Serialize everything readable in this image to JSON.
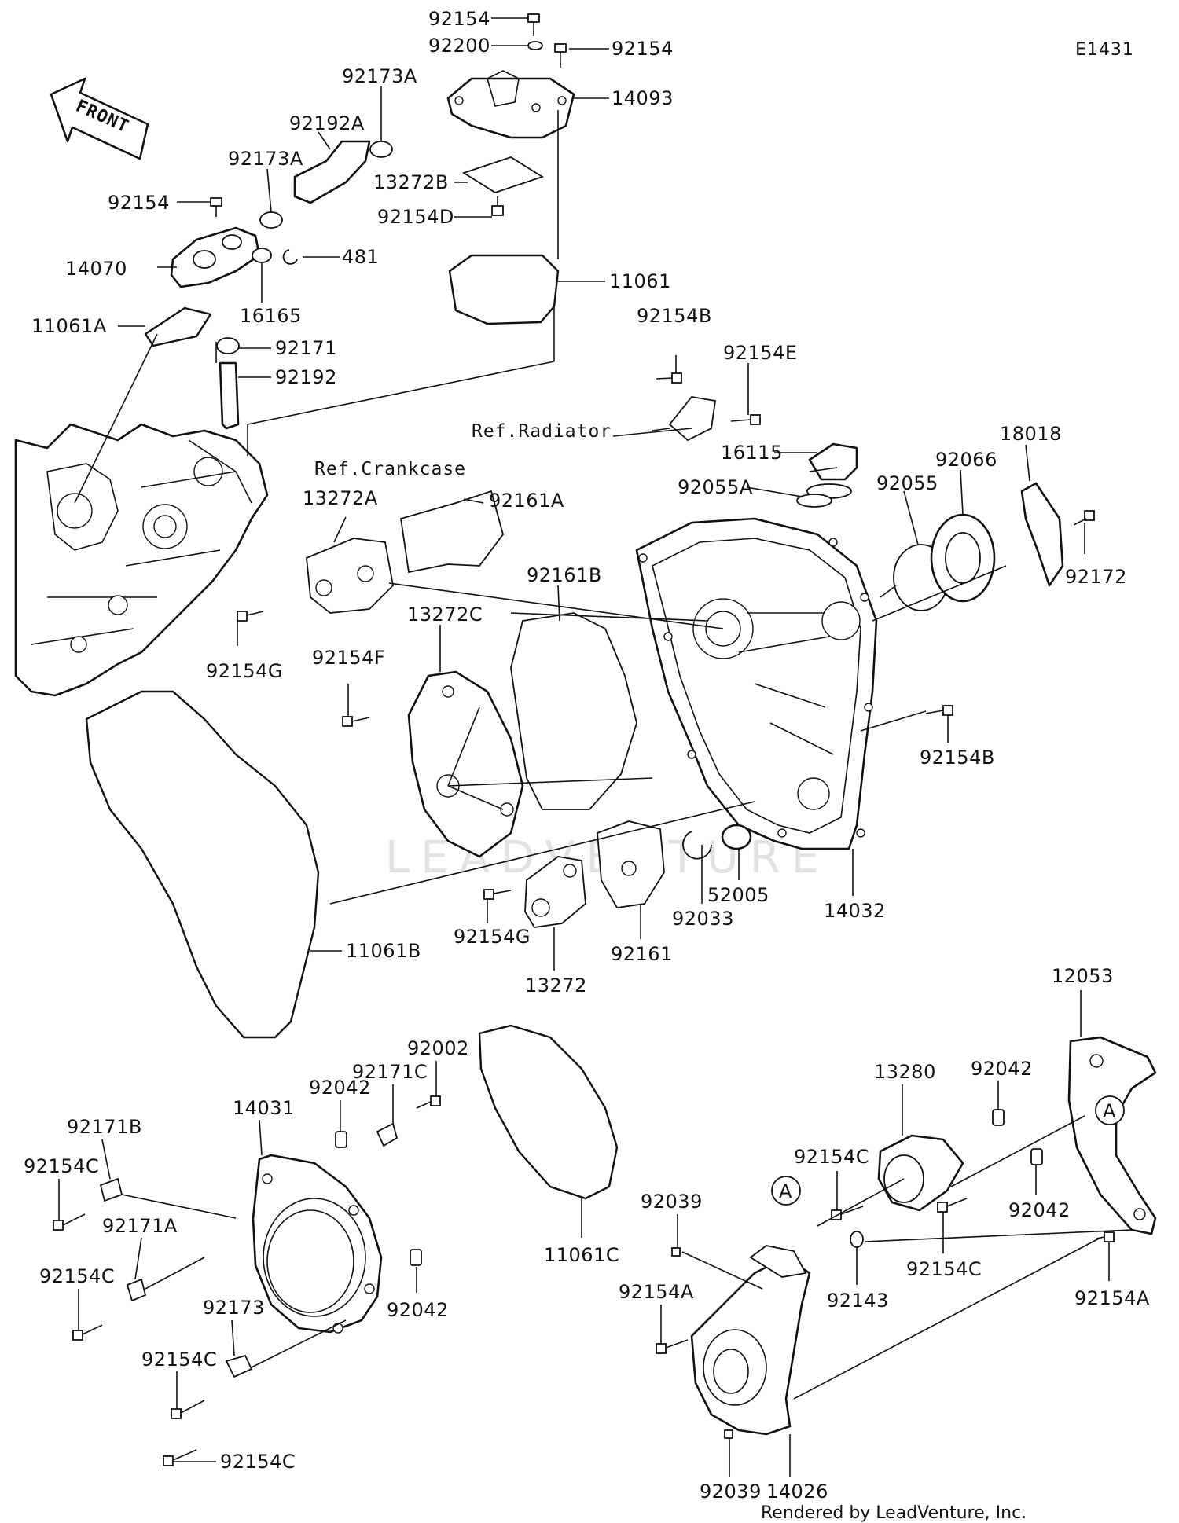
{
  "diagram_code": "E1431",
  "front_label": "FRONT",
  "credit": "Rendered by LeadVenture, Inc.",
  "watermark": "LEADVENTURE",
  "refs": {
    "radiator": "Ref.Radiator",
    "crankcase": "Ref.Crankcase"
  },
  "callout_a": "A",
  "labels": {
    "p92154_top": "92154",
    "p92200": "92200",
    "p92154_right_top": "92154",
    "p14093": "14093",
    "p92173A_top": "92173A",
    "p92192A": "92192A",
    "p92173A_mid": "92173A",
    "p13272B": "13272B",
    "p92154_left": "92154",
    "p92154D": "92154D",
    "p14070": "14070",
    "p481": "481",
    "p11061": "11061",
    "p16165": "16165",
    "p11061A": "11061A",
    "p92171": "92171",
    "p92192": "92192",
    "p92154B_top": "92154B",
    "p92154E": "92154E",
    "p16115": "16115",
    "p18018": "18018",
    "p92055A": "92055A",
    "p92055": "92055",
    "p92066": "92066",
    "p13272A": "13272A",
    "p92161A": "92161A",
    "p92172": "92172",
    "p92161B": "92161B",
    "p13272C": "13272C",
    "p92154G_top": "92154G",
    "p92154F": "92154F",
    "p92154B_right": "92154B",
    "p52005": "52005",
    "p14032": "14032",
    "p92033": "92033",
    "p92154G_bottom": "92154G",
    "p92161": "92161",
    "p13272": "13272",
    "p11061B": "11061B",
    "p12053": "12053",
    "p92002": "92002",
    "p92171C": "92171C",
    "p14031": "14031",
    "p92042_left": "92042",
    "p92171B": "92171B",
    "p92154C_1": "92154C",
    "p92171A": "92171A",
    "p92154C_2": "92154C",
    "p92173": "92173",
    "p92154C_3": "92154C",
    "p92154C_4": "92154C",
    "p92042_lower": "92042",
    "p11061C": "11061C",
    "p13280": "13280",
    "p92042_r1": "92042",
    "p92154C_r1": "92154C",
    "p92042_r2": "92042",
    "p92039_top": "92039",
    "p92154C_r2": "92154C",
    "p92143": "92143",
    "p92154A_left": "92154A",
    "p92154A_right": "92154A",
    "p92039_bottom": "92039",
    "p14026": "14026"
  }
}
